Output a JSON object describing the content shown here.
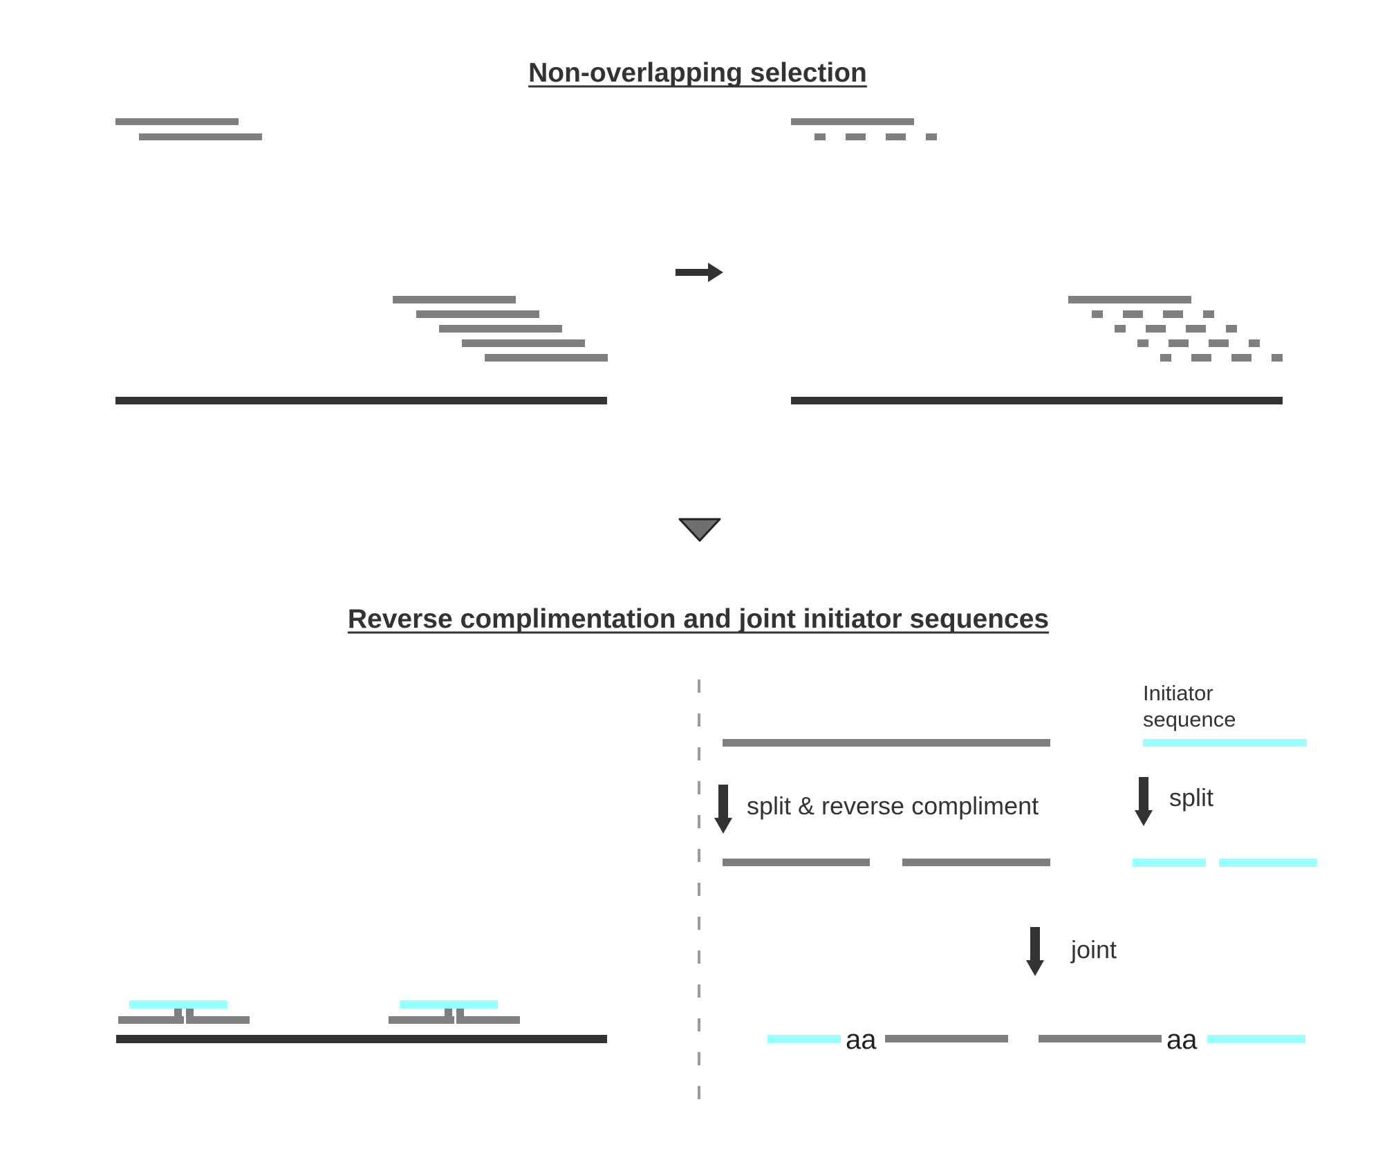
{
  "diagram": {
    "title_top": "Non-overlapping selection",
    "title_bottom": "Reverse complimentation and joint initiator sequences",
    "initiator_line1": "Initiator",
    "initiator_line2": "sequence",
    "step_split_reverse": "split & reverse compliment",
    "step_split": "split",
    "step_joint": "joint",
    "junction_left": "aa",
    "junction_right": "aa",
    "colors": {
      "reference": "#333333",
      "probe": "#7f7f7f",
      "initiator": "#99ffff",
      "arrow": "#333333",
      "triangle": "#6f6f6f",
      "divider": "#9a9a9a"
    }
  }
}
